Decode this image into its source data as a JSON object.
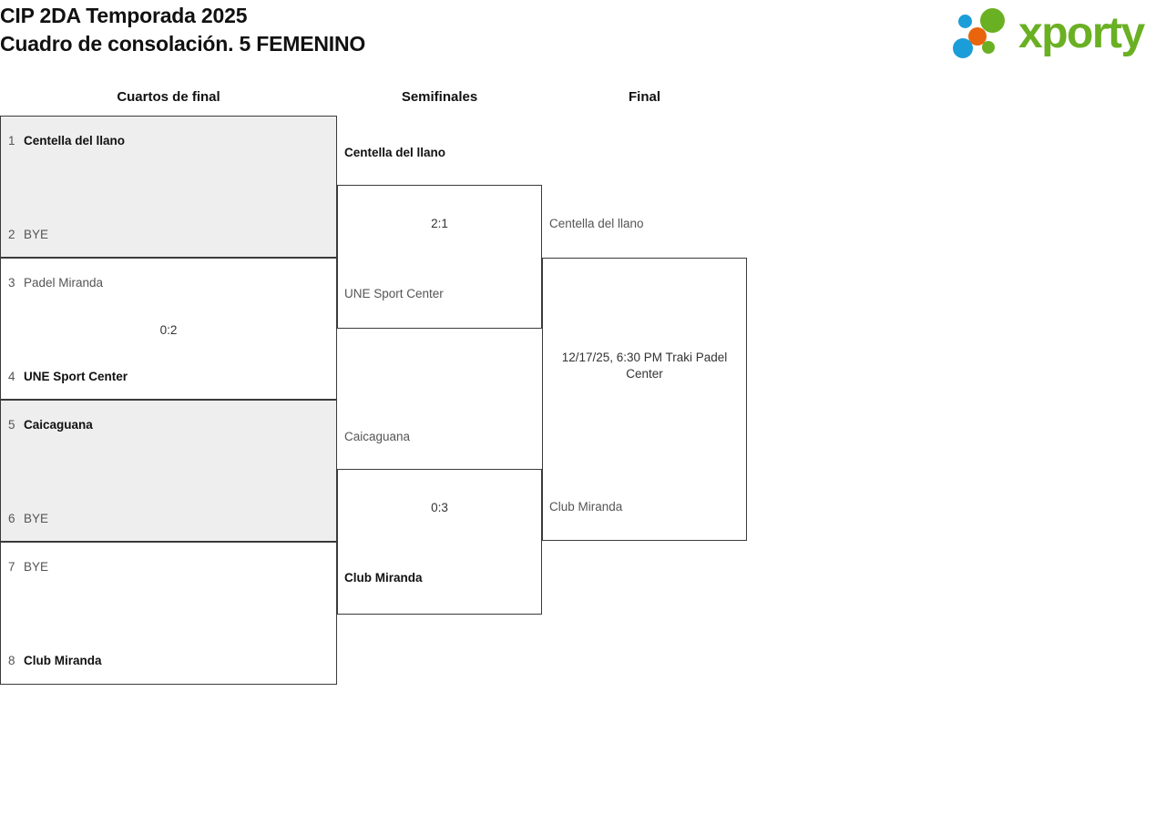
{
  "header": {
    "title": "CIP 2DA Temporada 2025\nCuadro de consolación. 5 FEMENINO",
    "title_line1": "CIP 2DA Temporada 2025",
    "title_line2": "Cuadro de consolación. 5 FEMENINO",
    "logo": {
      "wordmark": "xporty",
      "green": "#6ab023",
      "orange": "#e8650d",
      "blue": "#1b9dd9"
    }
  },
  "rounds": [
    {
      "label": "Cuartos de final"
    },
    {
      "label": "Semifinales"
    },
    {
      "label": "Final"
    }
  ],
  "matches": {
    "qf1": {
      "top": {
        "seed": "1",
        "name": "Centella del llano",
        "winner": true
      },
      "bottom": {
        "seed": "2",
        "name": "BYE",
        "winner": false
      },
      "score": ""
    },
    "qf2": {
      "top": {
        "seed": "3",
        "name": "Padel Miranda",
        "winner": false
      },
      "bottom": {
        "seed": "4",
        "name": "UNE Sport Center",
        "winner": true
      },
      "score": "0:2"
    },
    "qf3": {
      "top": {
        "seed": "5",
        "name": "Caicaguana",
        "winner": true
      },
      "bottom": {
        "seed": "6",
        "name": "BYE",
        "winner": false
      },
      "score": ""
    },
    "qf4": {
      "top": {
        "seed": "7",
        "name": "BYE",
        "winner": false
      },
      "bottom": {
        "seed": "8",
        "name": "Club Miranda",
        "winner": true
      },
      "score": ""
    },
    "sf1": {
      "top": {
        "name": "Centella del llano",
        "winner": true
      },
      "bottom": {
        "name": "UNE Sport Center",
        "winner": false
      },
      "score": "2:1"
    },
    "sf2": {
      "top": {
        "name": "Caicaguana",
        "winner": false
      },
      "bottom": {
        "name": "Club Miranda",
        "winner": true
      },
      "score": "0:3"
    },
    "final": {
      "top": {
        "name": "Centella del llano",
        "winner": false
      },
      "bottom": {
        "name": "Club Miranda",
        "winner": false
      },
      "schedule": "12/17/25, 6:30 PM Traki Padel Center"
    }
  }
}
